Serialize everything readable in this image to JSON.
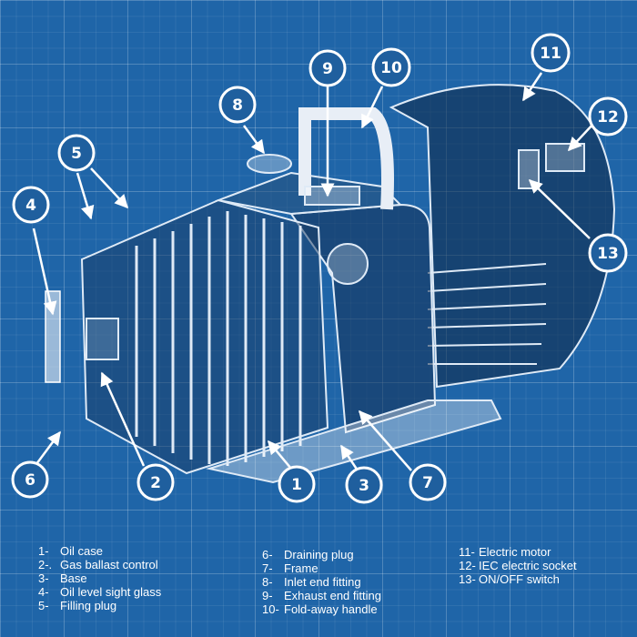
{
  "colors": {
    "background": "#1f65a8",
    "line": "#ffffff"
  },
  "callouts": {
    "c1": "1",
    "c2": "2",
    "c3": "3",
    "c4": "4",
    "c5": "5",
    "c6": "6",
    "c7": "7",
    "c8": "8",
    "c9": "9",
    "c10": "10",
    "c11": "11",
    "c12": "12",
    "c13": "13"
  },
  "legend": {
    "col1": [
      {
        "num": "1-",
        "label": "Oil case"
      },
      {
        "num": "2-.",
        "label": "Gas ballast control"
      },
      {
        "num": "3-",
        "label": "Base"
      },
      {
        "num": "4-",
        "label": "Oil level sight glass"
      },
      {
        "num": "5-",
        "label": "Filling plug"
      }
    ],
    "col2": [
      {
        "num": "6-",
        "label": "Draining plug"
      },
      {
        "num": "7-",
        "label": "Frame"
      },
      {
        "num": "8-",
        "label": "Inlet end fitting"
      },
      {
        "num": "9-",
        "label": "Exhaust end fitting"
      },
      {
        "num": "10-",
        "label": "Fold-away handle"
      }
    ],
    "col3": [
      {
        "num": "11-",
        "label": "Electric motor"
      },
      {
        "num": "12-",
        "label": "IEC electric socket"
      },
      {
        "num": "13-",
        "label": "ON/OFF switch"
      }
    ]
  }
}
